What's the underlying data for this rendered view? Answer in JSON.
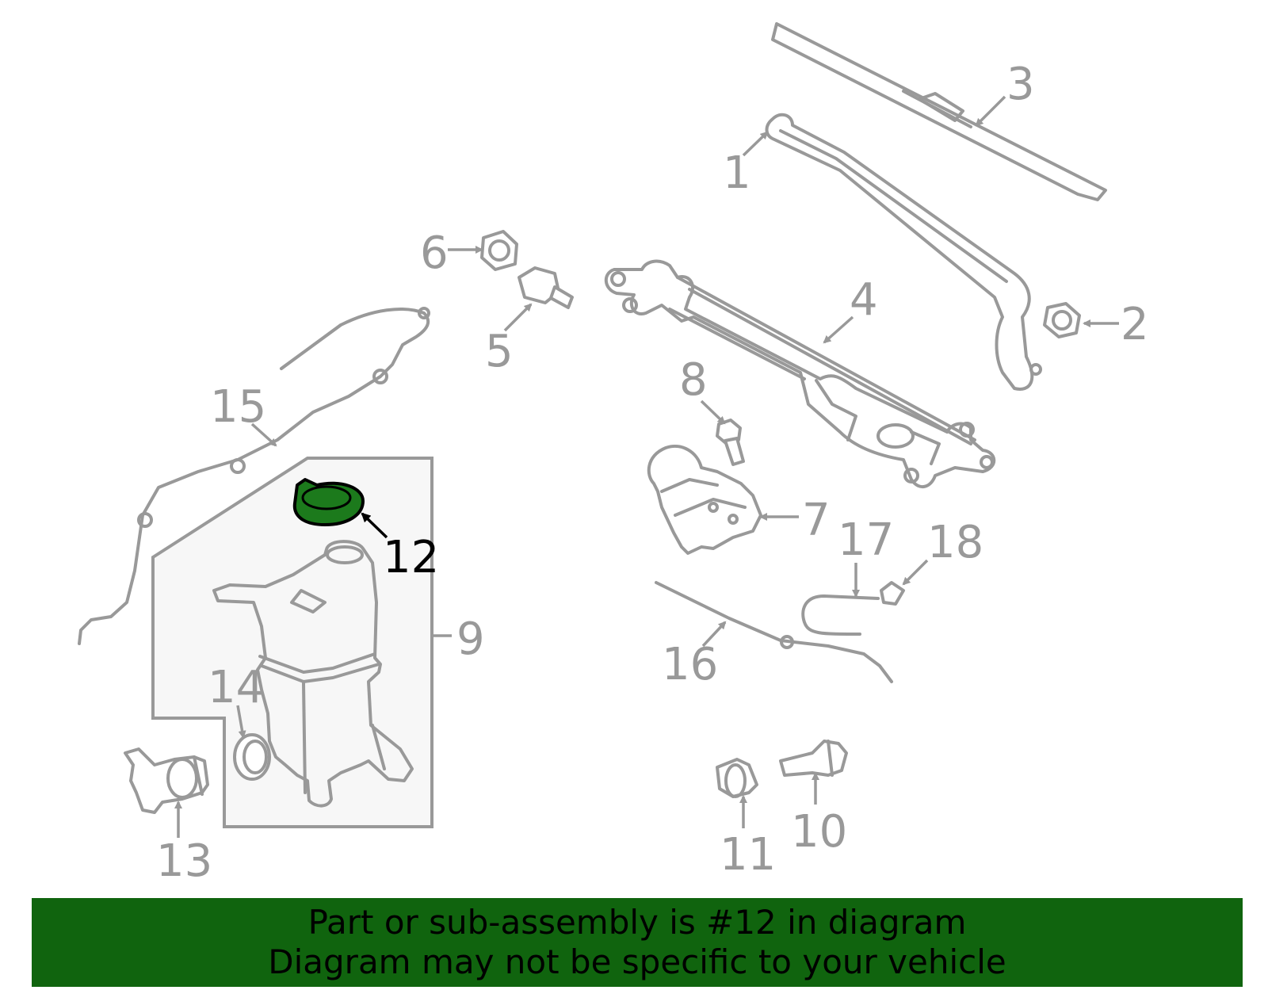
{
  "colors": {
    "part_stroke": "#999999",
    "highlight_fill": "#1c7a1c",
    "banner_background": "#10640e",
    "banner_text": "#000000",
    "reservoir_panel": "#f7f7f7"
  },
  "highlighted_part": "12",
  "callouts": {
    "c1": "1",
    "c2": "2",
    "c3": "3",
    "c4": "4",
    "c5": "5",
    "c6": "6",
    "c7": "7",
    "c8": "8",
    "c9": "9",
    "c10": "10",
    "c11": "11",
    "c12": "12",
    "c13": "13",
    "c14": "14",
    "c15": "15",
    "c16": "16",
    "c17": "17",
    "c18": "18"
  },
  "banner": {
    "line1": "Part or sub-assembly is #12 in diagram",
    "line2": "Diagram may not be specific to your vehicle"
  }
}
